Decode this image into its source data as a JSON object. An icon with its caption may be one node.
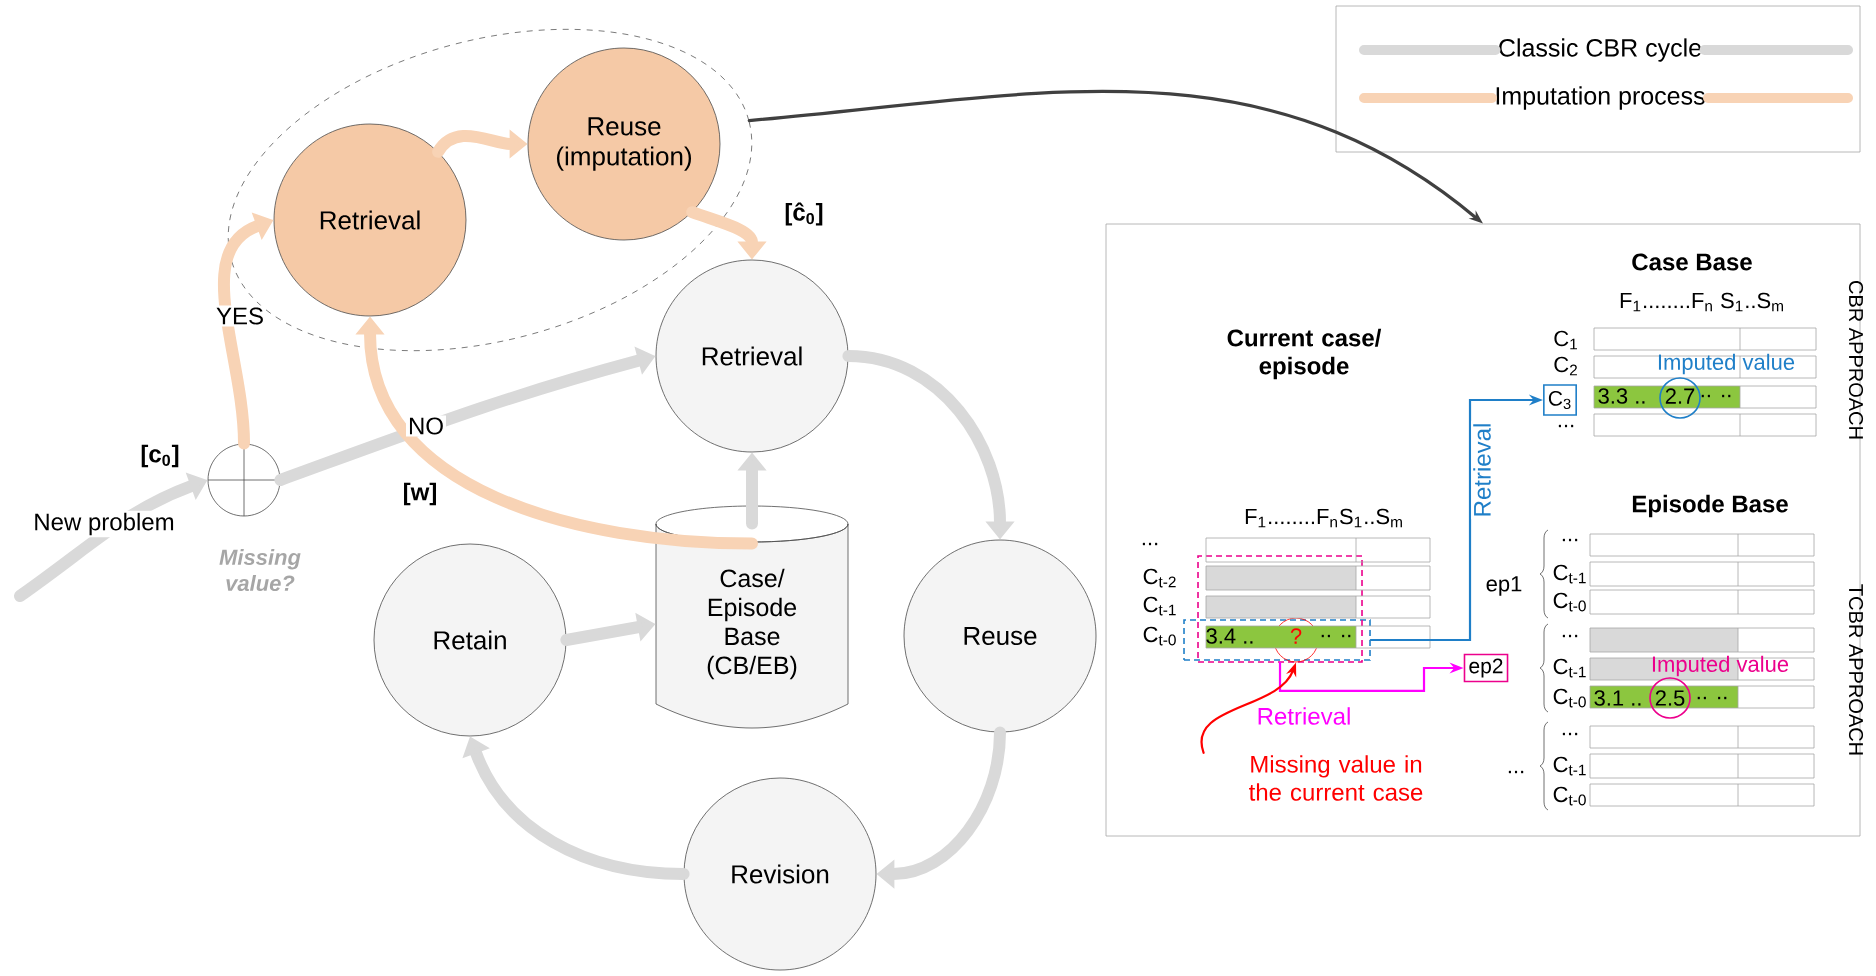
{
  "diagram": {
    "nodes": [
      {
        "text": [],
        "shape": "ellipse"
      },
      {
        "text": [
          "Retrieval"
        ],
        "in": 0
      },
      {
        "text": [
          "Reuse (imputation)"
        ],
        "in": 0
      },
      {
        "text": [
          "Retrieval"
        ]
      },
      {
        "text": [
          "Reuse"
        ]
      },
      {
        "text": [
          "Revision"
        ]
      },
      {
        "text": [
          "Retain"
        ]
      },
      {
        "text": [
          "Case/ Episode Base (CB/EB)"
        ]
      },
      {
        "text": [],
        "shape": "circle",
        "beside": [
          "[c$_{0}$]",
          "Missing value?"
        ]
      },
      {
        "text": [],
        "shape": "box"
      },
      {
        "text": [],
        "shape": "box",
        "in": 9
      },
      {
        "text": [],
        "shape": "box",
        "in": 9
      },
      {
        "text": [
          "C$_{3}$"
        ],
        "in": 9
      },
      {
        "text": [
          "ep2"
        ],
        "in": 9
      },
      {
        "text": [
          "Missing value in the current case"
        ],
        "in": 9
      },
      {
        "text": [],
        "shape": "circle",
        "in": 10
      }
    ],
    "edges": [
      {
        "from": null,
        "to": 8,
        "arrow": "to",
        "label": "New problem"
      },
      {
        "from": 8,
        "to": 1,
        "arrow": "to",
        "color": "#f8d3b5",
        "label": "YES"
      },
      {
        "from": 8,
        "to": 3,
        "arrow": "to",
        "label": "NO"
      },
      {
        "from": 1,
        "to": 2,
        "arrow": "to",
        "color": "#f8d3b5"
      },
      {
        "from": 2,
        "to": 3,
        "arrow": "to",
        "color": "#f8d3b5"
      },
      {
        "from": 3,
        "to": 4,
        "arrow": "to"
      },
      {
        "from": 4,
        "to": 5,
        "arrow": "to"
      },
      {
        "from": 5,
        "to": 6,
        "arrow": "to"
      },
      {
        "from": 6,
        "to": 7,
        "arrow": "to"
      },
      {
        "from": 7,
        "to": 3,
        "arrow": "to"
      },
      {
        "from": 7,
        "to": 1,
        "arrow": "to",
        "color": "#f8d3b5",
        "label": "[w]"
      },
      {
        "from": 0,
        "to": 9,
        "arrow": "to",
        "color": "#404040"
      },
      {
        "from": 10,
        "to": 12,
        "arrow": "to",
        "color": "#1f7fc8",
        "label": "Retrieval"
      },
      {
        "from": 11,
        "to": 13,
        "arrow": "to",
        "color": "#ff00ff",
        "label": "Retrieval"
      },
      {
        "from": 14,
        "to": 15,
        "arrow": "to",
        "color": "#ff0000"
      }
    ],
    "labels": [
      "[ĉ$_{0}$]",
      "Current case/ episode",
      "F$_{1}$........F$_{n}$S$_{1}$..S$_{m}$",
      "...",
      "C$_{t-2}$",
      "C$_{t-1}$",
      "C$_{t-0}$",
      "3.4 ..",
      "?",
      ".. ..",
      "Case Base",
      "F$_{1}$........F$_{n}$ S$_{1}$..S$_{m}$",
      "C$_{1}$",
      "C$_{2}$",
      "...",
      "3.3 ..",
      "2.7",
      ".. ..",
      "Imputed value",
      "CBR APPROACH",
      "Episode Base",
      "ep1",
      "...",
      "C$_{t-1}$",
      "C$_{t-0}$",
      "...",
      "C$_{t-1}$",
      "C$_{t-0}$",
      "3.1 ..",
      "2.5",
      ".. ..",
      "Imputed value",
      "...",
      "C$_{t-1}$",
      "C$_{t-0}$",
      "...",
      "TCBR APPROACH"
    ],
    "legend": [
      {
        "text": "Classic CBR cycle"
      },
      {
        "text": "Imputation process"
      }
    ]
  }
}
